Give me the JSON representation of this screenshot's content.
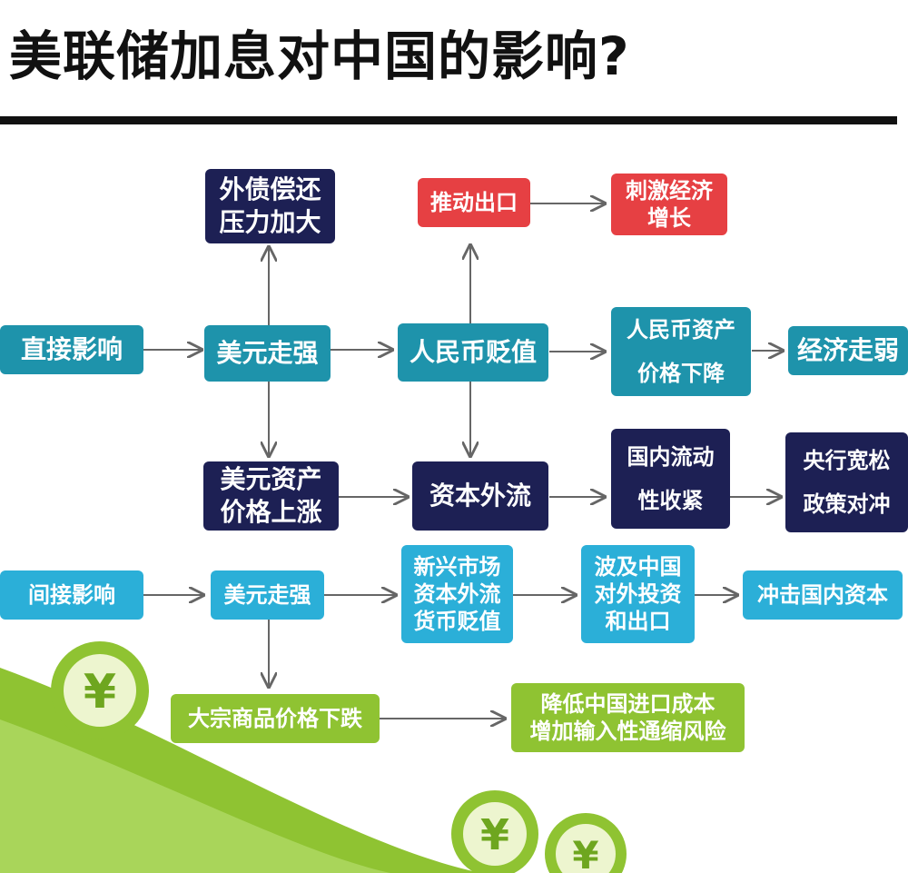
{
  "title": "美联储加息对中国的影响?",
  "colors": {
    "teal": "#1e93ab",
    "navy": "#1d2054",
    "red": "#e64043",
    "sky": "#2bafd8",
    "green": "#8fc332",
    "arrow": "#666666"
  },
  "decor": {
    "coin_symbol": "¥"
  },
  "nodes": {
    "direct": "直接影响",
    "usd_strong_1": "美元走强",
    "debt_pressure": "外债偿还\n压力加大",
    "rmb_devalue": "人民币贬值",
    "push_export": "推动出口",
    "stimulate": "刺激经济\n增长",
    "rmb_asset_fall": "人民币资产\n价格下降",
    "econ_weak": "经济走弱",
    "usd_asset_rise": "美元资产\n价格上涨",
    "capital_outflow": "资本外流",
    "liquidity_tight": "国内流动\n性收紧",
    "cb_hedge": "央行宽松\n政策对冲",
    "indirect": "间接影响",
    "usd_strong_2": "美元走强",
    "emerging": "新兴市场\n资本外流\n货币贬值",
    "affect_china": "波及中国\n对外投资\n和出口",
    "impact_capital": "冲击国内资本",
    "commodity_fall": "大宗商品价格下跌",
    "lower_cost": "降低中国进口成本\n增加输入性通缩风险"
  }
}
